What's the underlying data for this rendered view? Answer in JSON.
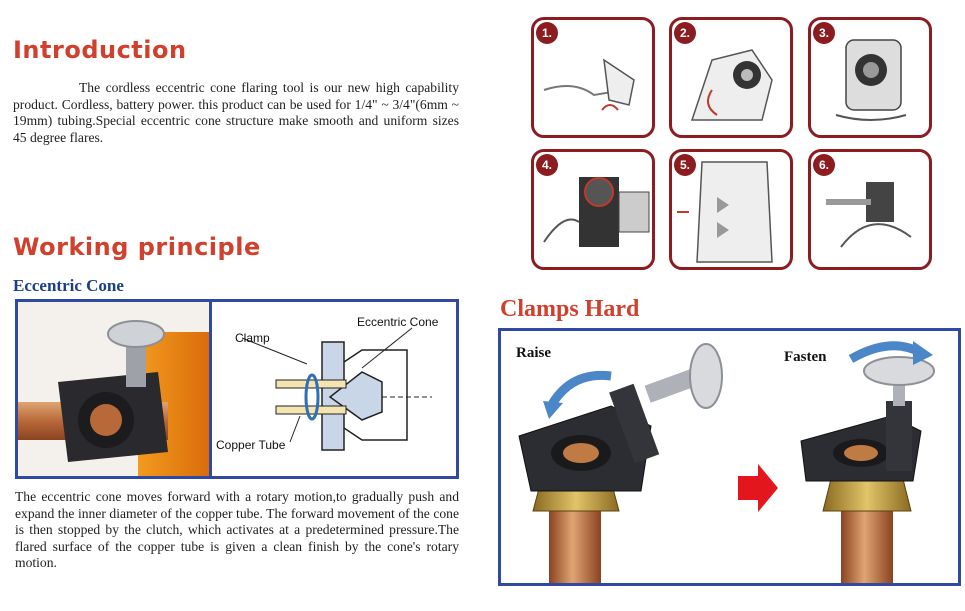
{
  "intro": {
    "title": "Introduction",
    "text": "The cordless eccentric cone flaring tool is our new high capability product. Cordless, battery power. this product can be used for 1/4\" ~ 3/4\"(6mm ~ 19mm) tubing.Special eccentric cone structure make smooth and uniform sizes 45 degree flares."
  },
  "working": {
    "title": "Working principle",
    "subtitle": "Eccentric Cone",
    "diagram_labels": {
      "clamp": "Clamp",
      "eccentric_cone": "Eccentric Cone",
      "copper_tube": "Copper Tube"
    },
    "text": "The eccentric cone moves forward with a rotary motion,to gradually push and expand the inner diameter of the copper tube. The forward movement of the cone is then stopped by the clutch, which activates at a predetermined pressure.The flared surface of the copper tube is given a clean finish by the cone's rotary motion."
  },
  "steps": [
    "1.",
    "2.",
    "3.",
    "4.",
    "5.",
    "6."
  ],
  "clamps": {
    "title": "Clamps Hard",
    "raise": "Raise",
    "fasten": "Fasten"
  },
  "colors": {
    "heading_red": "#d0402c",
    "step_border": "#8c1c20",
    "frame_blue": "#2f4aa0",
    "subtitle_blue": "#1b3f86"
  }
}
